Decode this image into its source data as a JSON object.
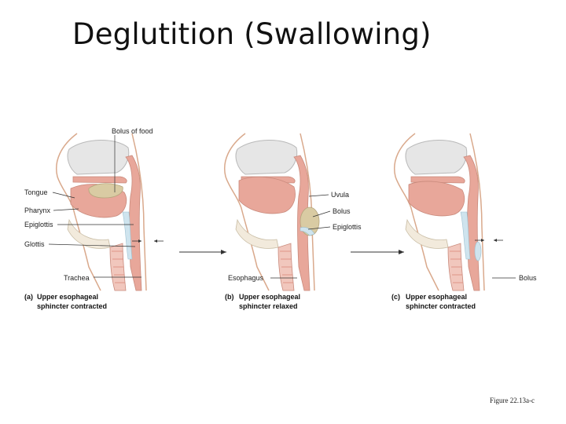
{
  "title": "Deglutition (Swallowing)",
  "figure_ref": "Figure 22.13a-c",
  "panels": {
    "a": {
      "letter": "(a)",
      "caption_line1": "Upper esophageal",
      "caption_line2": "sphincter contracted",
      "labels": {
        "bolus_of_food": "Bolus of food",
        "tongue": "Tongue",
        "pharynx": "Pharynx",
        "epiglottis": "Epiglottis",
        "glottis": "Glottis",
        "trachea": "Trachea"
      }
    },
    "b": {
      "letter": "(b)",
      "caption_line1": "Upper esophageal",
      "caption_line2": "sphincter relaxed",
      "labels": {
        "uvula": "Uvula",
        "bolus": "Bolus",
        "epiglottis": "Epiglottis",
        "esophagus": "Esophagus"
      }
    },
    "c": {
      "letter": "(c)",
      "caption_line1": "Upper esophageal",
      "caption_line2": "sphincter contracted",
      "labels": {
        "bolus": "Bolus"
      }
    }
  },
  "colors": {
    "tissue_pink": "#e8a79a",
    "tissue_dark": "#d98474",
    "bone_grey": "#e3e3e3",
    "skin_line": "#d9a98c",
    "bolus_tan": "#d9cba3",
    "airway_blue": "#cfe4ee"
  }
}
